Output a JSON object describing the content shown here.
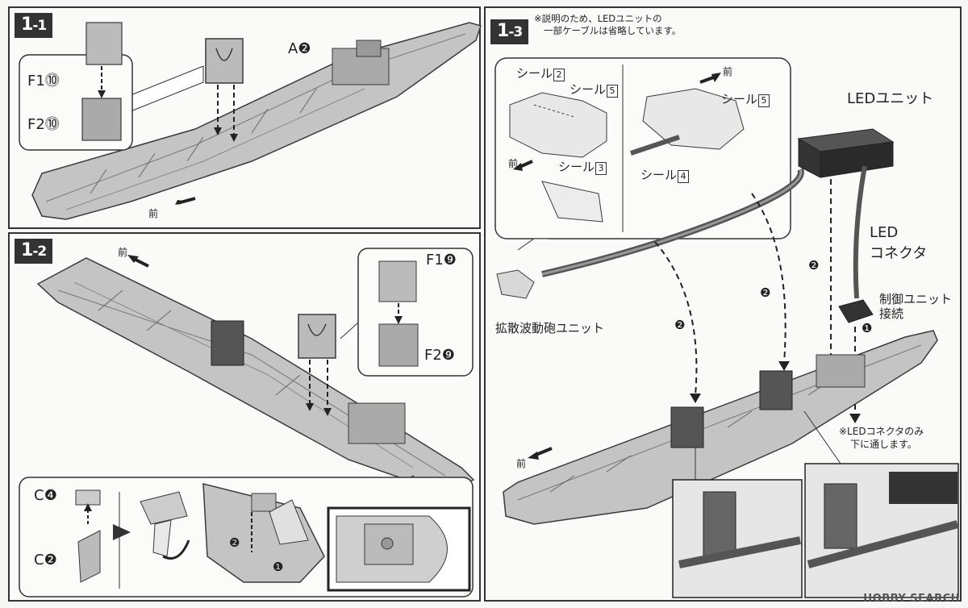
{
  "steps": {
    "s1": {
      "badge_main": "1",
      "badge_sub": "-1"
    },
    "s2": {
      "badge_main": "1",
      "badge_sub": "-2"
    },
    "s3": {
      "badge_main": "1",
      "badge_sub": "-3"
    }
  },
  "step1": {
    "part_a": "A❷",
    "f1": "F1⓾",
    "f2": "F2⓾",
    "front": "前"
  },
  "step2": {
    "front": "前",
    "f1": "F1❾",
    "f2": "F2❾",
    "c4": "C❹",
    "c2": "C❷",
    "n1": "❶",
    "n2": "❷"
  },
  "step3": {
    "note_line1": "※説明のため、LEDユニットの",
    "note_line2": "一部ケーブルは省略しています。",
    "seal_label": "シール",
    "seal2": "2",
    "seal3": "3",
    "seal4": "4",
    "seal5": "5",
    "front": "前",
    "led_unit": "LEDユニット",
    "led_connector_1": "LED",
    "led_connector_2": "コネクタ",
    "control_1": "制御ユニット",
    "control_2": "接続",
    "diffusion_unit": "拡散波動砲ユニット",
    "connector_note_1": "※LEDコネクタのみ",
    "connector_note_2": "下に通します。",
    "n1": "❶",
    "n2": "❷"
  },
  "watermark": "HOBBY SEARCH",
  "colors": {
    "frame": "#333333",
    "part_fill": "#bdbdbd",
    "part_stroke": "#3a3a3a",
    "dark_part": "#444444"
  }
}
